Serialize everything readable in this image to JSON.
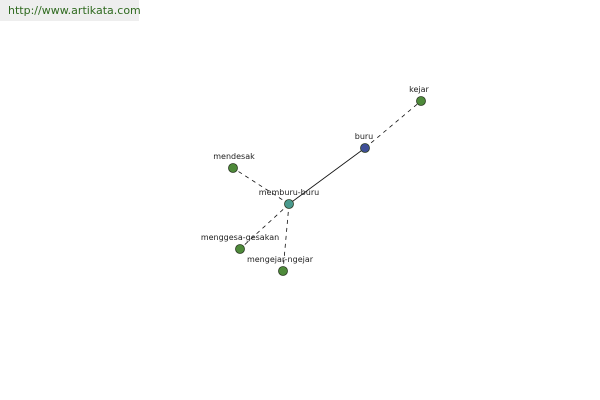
{
  "source": {
    "url_text": "http://www.artikata.com"
  },
  "colors": {
    "leaf_node": "#4e8a3a",
    "center_node": "#4a9a8e",
    "root_node": "#3e4e96",
    "node_stroke": "#2a3a22",
    "edge": "#111111",
    "source_text": "#2f6a1f",
    "source_bg": "#eeeeee"
  },
  "graph": {
    "nodes": [
      {
        "id": "buru",
        "label": "buru",
        "kind": "root"
      },
      {
        "id": "kejar",
        "label": "kejar",
        "kind": "leaf"
      },
      {
        "id": "memburu-buru",
        "label": "memburu-buru",
        "kind": "center"
      },
      {
        "id": "mendesak",
        "label": "mendesak",
        "kind": "leaf"
      },
      {
        "id": "menggesa-gesakan",
        "label": "menggesa-gesakan",
        "kind": "leaf"
      },
      {
        "id": "mengejar-ngejar",
        "label": "mengejar-ngejar",
        "kind": "leaf"
      }
    ],
    "edges": [
      {
        "from": "buru",
        "to": "kejar",
        "style": "dashed"
      },
      {
        "from": "buru",
        "to": "memburu-buru",
        "style": "solid"
      },
      {
        "from": "memburu-buru",
        "to": "mendesak",
        "style": "dashed"
      },
      {
        "from": "memburu-buru",
        "to": "menggesa-gesakan",
        "style": "dashed"
      },
      {
        "from": "memburu-buru",
        "to": "mengejar-ngejar",
        "style": "dashed"
      }
    ]
  }
}
